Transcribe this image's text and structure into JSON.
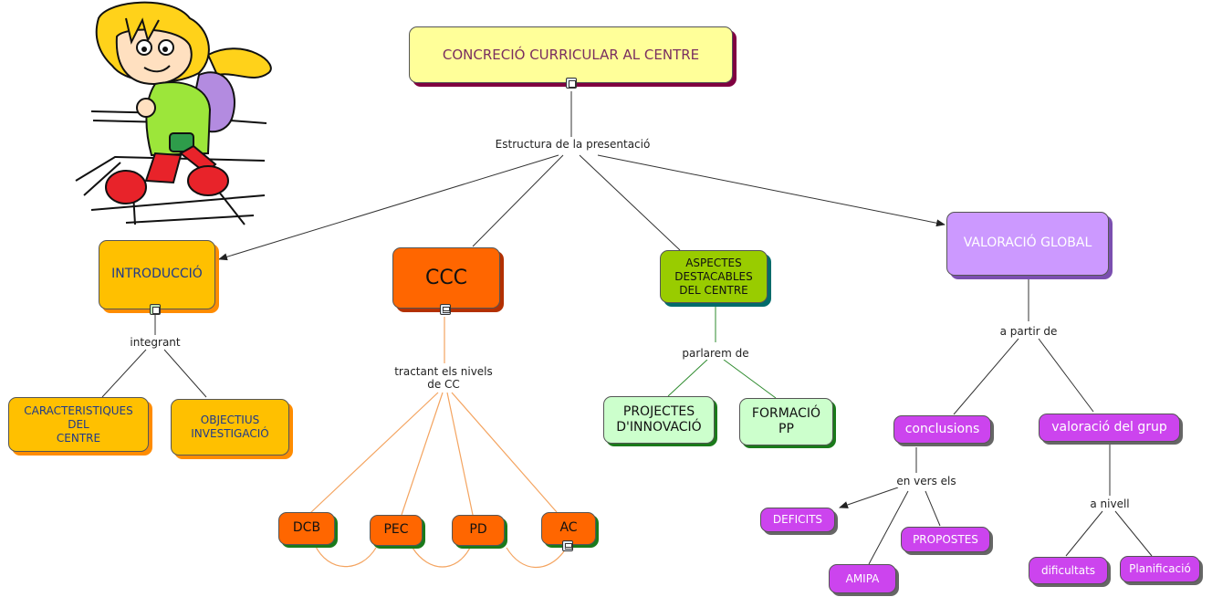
{
  "title": "CONCRECIÓ CURRICULAR AL CENTRE",
  "linking_phrases": {
    "structure": "Estructura de la presentació",
    "integrant": "integrant",
    "tractant": "tractant els nivels\nde CC",
    "parlarem": "parlarem de",
    "apartir": "a partir de",
    "envers": "en vers els",
    "anivell": "a nivell"
  },
  "concepts": {
    "introduccio": "INTRODUCCIÓ",
    "ccc": "CCC",
    "aspectes": "ASPECTES\nDESTACABLES\nDEL CENTRE",
    "valoracio": "VALORACIÓ GLOBAL",
    "caracteristiques": "CARACTERISTIQUES\nDEL\nCENTRE",
    "objectius": "OBJECTIUS\nINVESTIGACIÓ",
    "dcb": "DCB",
    "pec": "PEC",
    "pd": "PD",
    "ac": "AC",
    "projectes": "PROJECTES\nD'INNOVACIÓ",
    "formacio": "FORMACIÓ\nPP",
    "conclusions": "conclusions",
    "valoracio_grup": "valoració del grup",
    "deficits": "DEFICITS",
    "propostes": "PROPOSTES",
    "amipa": "AMIPA",
    "dificultats": "dificultats",
    "planificacio": "Planificació"
  },
  "colors": {
    "title_fill": "#ffff99",
    "orange_fill": "#ffc000",
    "ccc_fill": "#ff6600",
    "green_fill": "#99cc00",
    "lightgreen_fill": "#ccffcc",
    "violet_fill": "#cc99ff",
    "magenta_fill": "#cc44ee"
  },
  "icons": [
    "document-resource-icon",
    "spreadsheet-resource-icon",
    "concept-map-resource-icon"
  ],
  "illustration": "cartoon-schoolgirl-illustration"
}
